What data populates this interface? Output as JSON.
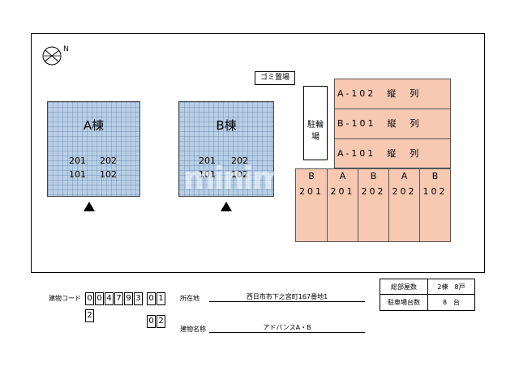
{
  "map": {
    "compass_letter": "N",
    "garbage": "ゴミ置場",
    "bicycle": "駐輪場",
    "buildings": [
      {
        "name": "A棟",
        "rooms": [
          "201",
          "202",
          "101",
          "102"
        ]
      },
      {
        "name": "B棟",
        "rooms": [
          "201",
          "202",
          "101",
          "102"
        ]
      }
    ],
    "parking_rows": [
      "A-102　縦　列",
      "B-101　縦　列",
      "A-101　縦　列"
    ],
    "parking_cols": [
      {
        "bld": "B",
        "room": "201"
      },
      {
        "bld": "A",
        "room": "201"
      },
      {
        "bld": "B",
        "room": "202"
      },
      {
        "bld": "A",
        "room": "202"
      },
      {
        "bld": "B",
        "room": "102"
      }
    ],
    "watermark": "minimini"
  },
  "footer": {
    "code_label": "建物コード",
    "code_digits": [
      "0",
      "0",
      "4",
      "7",
      "9",
      "3",
      "2"
    ],
    "code_suffix1": [
      "0",
      "1"
    ],
    "code_suffix2": [
      "0",
      "2"
    ],
    "addr_label": "所在地",
    "addr_value": "西日市市下之宮町167番地1",
    "name_label": "建物名称",
    "name_value": "アドバンスA・B",
    "summary": {
      "units_label": "総部屋数",
      "units_value": "2棟　8戸",
      "parking_label": "駐車場台数",
      "parking_value": "8　台"
    }
  }
}
